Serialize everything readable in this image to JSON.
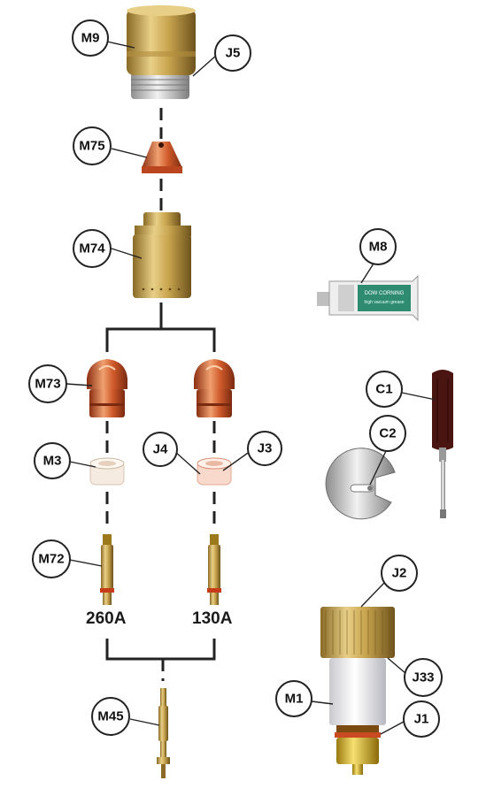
{
  "callouts": {
    "m9": "M9",
    "j5": "J5",
    "m75": "M75",
    "m74": "M74",
    "m8": "M8",
    "m73": "M73",
    "c1": "C1",
    "m3": "M3",
    "j4": "J4",
    "j3": "J3",
    "c2": "C2",
    "m72": "M72",
    "j2": "J2",
    "j33": "J33",
    "m1": "M1",
    "j1": "J1",
    "m45": "M45"
  },
  "amperage": {
    "left": "260A",
    "right": "130A"
  },
  "tube_label": {
    "brand": "DOW CORNING",
    "product": "high vacuum grease"
  },
  "colors": {
    "brass": "#c9a650",
    "copper": "#c8552c",
    "line": "#222222",
    "tube": "#2e8b6f"
  }
}
